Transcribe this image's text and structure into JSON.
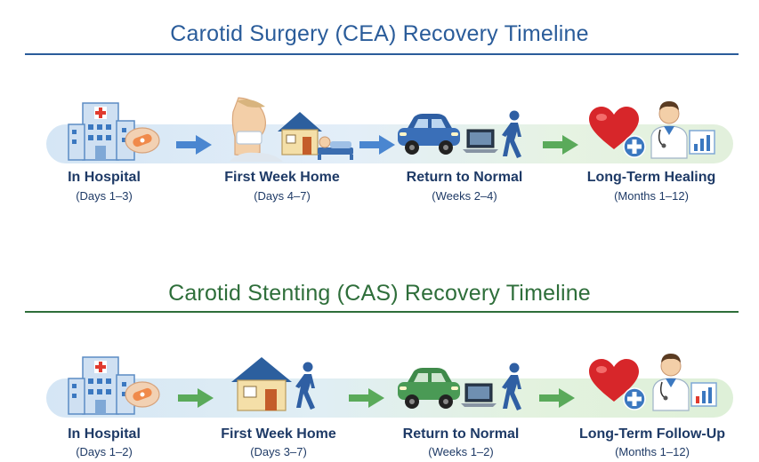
{
  "cea": {
    "title": "Carotid Surgery (CEA) Recovery Timeline",
    "title_color": "#2a5c9a",
    "rule_color": "#2a5c9a",
    "arrow_color": "#4a86d0",
    "stages": [
      {
        "label": "In Hospital",
        "sub": "(Days 1–3)"
      },
      {
        "label": "First Week Home",
        "sub": "(Days 4–7)"
      },
      {
        "label": "Return to Normal",
        "sub": "(Weeks 2–4)"
      },
      {
        "label": "Long-Term Healing",
        "sub": "(Months 1–12)"
      }
    ]
  },
  "cas": {
    "title": "Carotid Stenting (CAS) Recovery Timeline",
    "title_color": "#2e6e3a",
    "rule_color": "#2e6e3a",
    "arrow_color": "#5aaa5a",
    "stages": [
      {
        "label": "In Hospital",
        "sub": "(Days 1–2)"
      },
      {
        "label": "First Week Home",
        "sub": "(Days 3–7)"
      },
      {
        "label": "Return to Normal",
        "sub": "(Weeks 1–2)"
      },
      {
        "label": "Long-Term Follow-Up",
        "sub": "(Months 1–12)"
      }
    ]
  },
  "icons": [
    "hospital-icon",
    "bandage-icon",
    "neck-bandage-icon",
    "house-icon",
    "patient-resting-icon",
    "car-icon",
    "laptop-icon",
    "walking-person-icon",
    "heart-icon",
    "medical-plus-icon",
    "doctor-icon",
    "chart-icon",
    "arrow-right-icon"
  ]
}
